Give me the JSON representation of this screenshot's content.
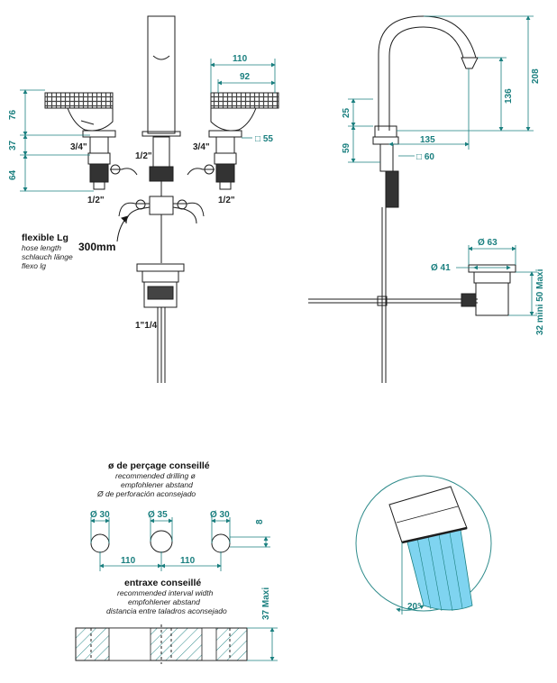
{
  "colors": {
    "dimension": "#1a7f7f",
    "line": "#1e1e1e",
    "water": "#7fd4f0",
    "hatch": "#2e8b8b"
  },
  "front_view": {
    "width_total": "110",
    "width_handle": "92",
    "square": "□ 55",
    "h_top": "76",
    "h_mid": "37",
    "h_low": "64",
    "thread_34_left": "3/4\"",
    "thread_34_right": "3/4\"",
    "thread_12_center": "1/2\"",
    "thread_12_lower_left": "1/2\"",
    "thread_12_lower_right": "1/2\"",
    "hose_title": "flexible Lg",
    "hose_en": "hose length",
    "hose_de": "schlauch länge",
    "hose_es": "flexo lg",
    "hose_length": "300mm",
    "waste_thread": "1\"1/4"
  },
  "side_view": {
    "h_total": "208",
    "h_spout": "136",
    "reach": "135",
    "square": "□ 60",
    "h_25": "25",
    "h_59": "59",
    "dia_63": "Ø 63",
    "dia_41": "Ø 41",
    "deck_range": "32 mini 50 Maxi"
  },
  "drilling": {
    "title": "ø de perçage conseillé",
    "en": "recommended drilling ø",
    "de": "empfohlener abstand",
    "es": "Ø de perforación aconsejado",
    "d_left": "Ø 30",
    "d_center": "Ø 35",
    "d_right": "Ø 30",
    "spacing_left": "110",
    "spacing_right": "110",
    "offset": "8"
  },
  "interval": {
    "title": "entraxe conseillé",
    "en": "recommended interval width",
    "de": "empfohlener abstand",
    "es": "distancia entre taladros aconsejado",
    "max_thickness": "37 Maxi"
  },
  "spray": {
    "angle": "20°"
  }
}
